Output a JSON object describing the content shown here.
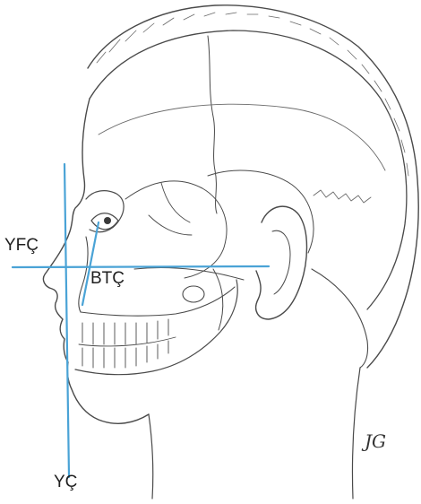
{
  "labels": {
    "yfc": "YFÇ",
    "btc": "BTÇ",
    "yc": "YÇ"
  },
  "signature": "JG",
  "colors": {
    "reference_lines": "#4aa3d6",
    "ink": "#333333",
    "paper": "#ffffff"
  }
}
